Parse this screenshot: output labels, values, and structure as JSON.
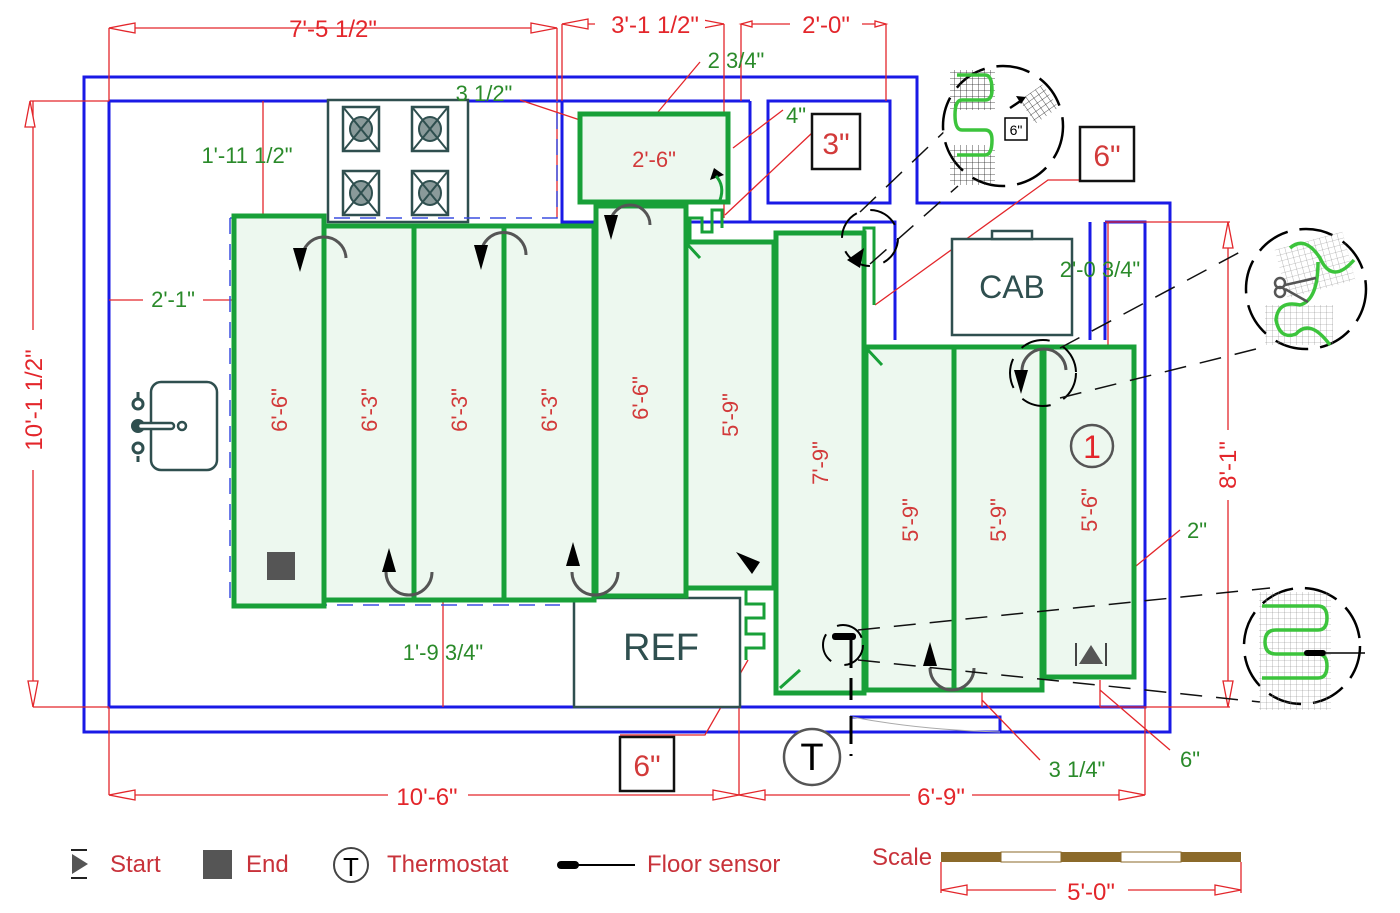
{
  "title": "Floor heating mat layout plan",
  "colors": {
    "wall": "#1a1ae6",
    "dimension": "#e3262b",
    "heating_mat": "#18a038",
    "mat_fill": "#edf8ef",
    "appliance": "#2f4f4f",
    "scale_bar": "#8b6a2a"
  },
  "overall_dimensions": {
    "top_left": "7'-5 1/2\"",
    "top_middle": "3'-1 1/2\"",
    "top_right": "2'-0\"",
    "left_height": "10'-1 1/2\"",
    "right_height": "8'-1\"",
    "bottom_left": "10'-6\"",
    "bottom_right": "6'-9\""
  },
  "clearances": {
    "stove_to_mat": "1'-11 1/2\"",
    "wall_to_first_mat": "2'-1\"",
    "stove_gap": "3 1/2\"",
    "top_mat_gap": "2 3/4\"",
    "small_gap": "4\"",
    "cab_gap": "2'-0 3/4\"",
    "ref_gap": "1'-9 3/4\"",
    "right_gap": "2\"",
    "bottom_gap": "3 1/4\"",
    "bottom_right_gap": "6\""
  },
  "callouts": {
    "box_3in": "3\"",
    "box_6in_top": "6\"",
    "box_6in_bottom": "6\"",
    "detail_6in": "6\""
  },
  "appliances": {
    "cab": "CAB",
    "ref": "REF"
  },
  "mats": [
    {
      "label": "6'-6\""
    },
    {
      "label": "6'-3\""
    },
    {
      "label": "6'-3\""
    },
    {
      "label": "6'-3\""
    },
    {
      "label": "6'-6\""
    },
    {
      "label": "5'-9\""
    },
    {
      "label": "7'-9\""
    },
    {
      "label": "5'-9\""
    },
    {
      "label": "5'-9\""
    },
    {
      "label": "5'-6\""
    },
    {
      "label": "2'-6\""
    }
  ],
  "zone_marker": "1",
  "thermostat_symbol": "T",
  "legend": {
    "start": "Start",
    "end": "End",
    "thermostat": "Thermostat",
    "thermostat_symbol": "T",
    "floor_sensor": "Floor sensor"
  },
  "scale": {
    "label": "Scale",
    "length": "5'-0\""
  }
}
